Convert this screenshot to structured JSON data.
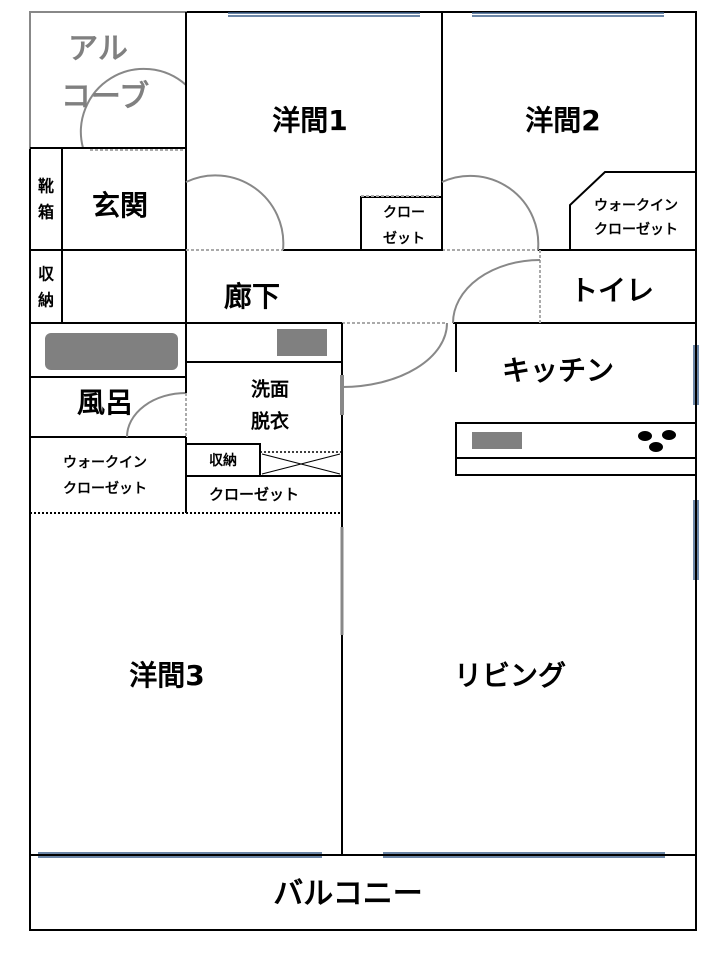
{
  "rooms": {
    "alcove": [
      "アル",
      "コーブ"
    ],
    "western1": "洋間1",
    "western2": "洋間2",
    "shoe_box": [
      "靴",
      "箱"
    ],
    "entrance": "玄関",
    "closet1": [
      "クロー",
      "ゼット"
    ],
    "wic1": [
      "ウォークイン",
      "クローゼット"
    ],
    "storage1": [
      "収",
      "納"
    ],
    "hallway": "廊下",
    "toilet": "トイレ",
    "kitchen": "キッチン",
    "bath": "風呂",
    "washroom": [
      "洗面",
      "脱衣"
    ],
    "wic2": [
      "ウォークイン",
      "クローゼット"
    ],
    "storage2": "収納",
    "closet2": "クローゼット",
    "western3": "洋間3",
    "living": "リビング",
    "balcony": "バルコニー"
  },
  "colors": {
    "wall": "#000000",
    "fixture": "#808080",
    "window": "#3a5f8a"
  }
}
